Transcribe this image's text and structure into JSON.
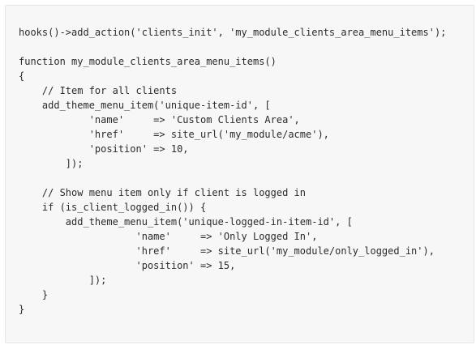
{
  "code": {
    "lines": [
      "hooks()->add_action('clients_init', 'my_module_clients_area_menu_items');",
      "",
      "function my_module_clients_area_menu_items()",
      "{",
      "    // Item for all clients",
      "    add_theme_menu_item('unique-item-id', [",
      "            'name'     => 'Custom Clients Area',",
      "            'href'     => site_url('my_module/acme'),",
      "            'position' => 10,",
      "        ]);",
      "",
      "    // Show menu item only if client is logged in",
      "    if (is_client_logged_in()) {",
      "        add_theme_menu_item('unique-logged-in-item-id', [",
      "                    'name'     => 'Only Logged In',",
      "                    'href'     => site_url('my_module/only_logged_in'),",
      "                    'position' => 15,",
      "            ]);",
      "    }",
      "}"
    ]
  }
}
